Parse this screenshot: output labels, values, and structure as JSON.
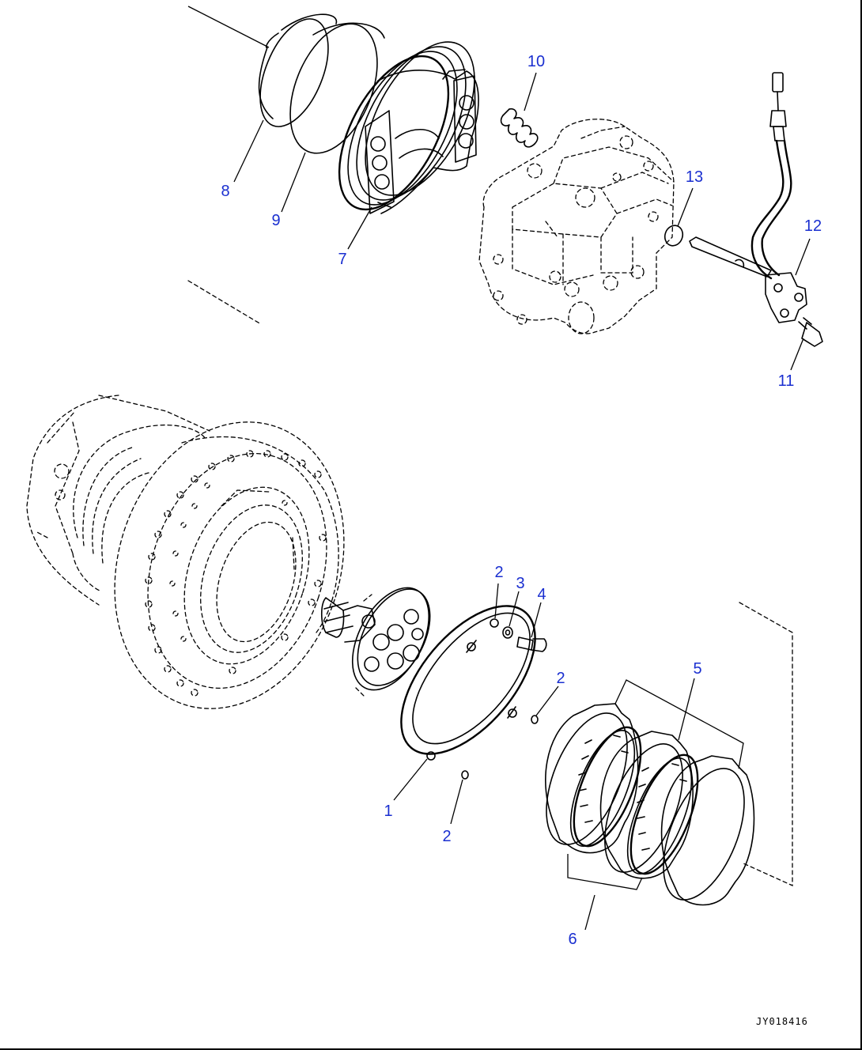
{
  "drawing_number": "JY018416",
  "callouts": {
    "c1": "1",
    "c2a": "2",
    "c2b": "2",
    "c2c": "2",
    "c3": "3",
    "c4": "4",
    "c5": "5",
    "c6": "6",
    "c7": "7",
    "c8": "8",
    "c9": "9",
    "c10": "10",
    "c11": "11",
    "c12": "12",
    "c13": "13"
  }
}
